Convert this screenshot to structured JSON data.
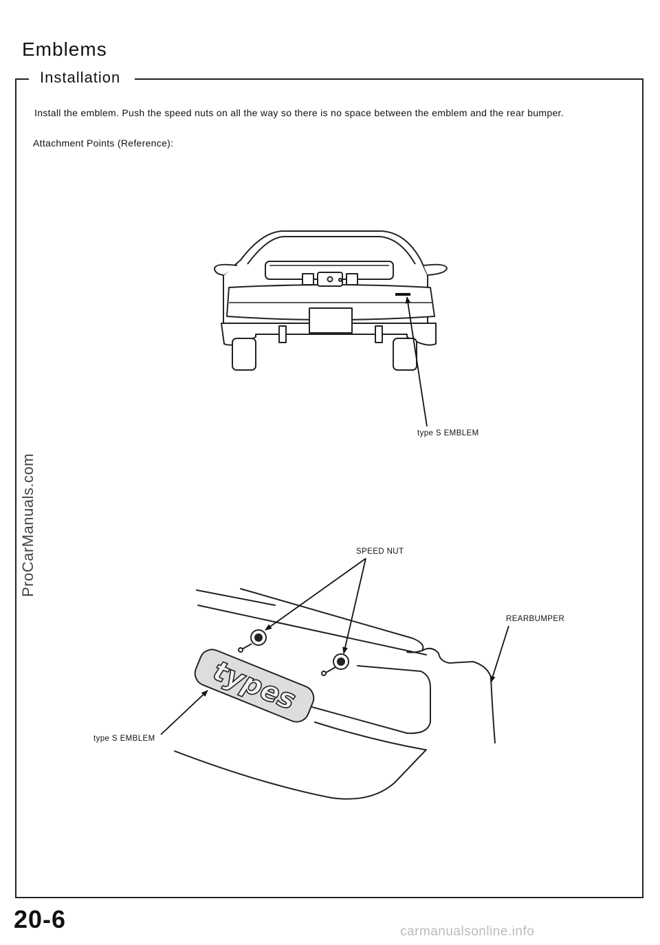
{
  "page": {
    "title": "Emblems",
    "section": "Installation",
    "instruction": "Install the emblem. Push the speed nuts on all the way so there is no space between the emblem and the rear bumper.",
    "attachment_heading": "Attachment Points (Reference):",
    "page_number": "20-6"
  },
  "figure_car": {
    "callout_emblem": "type S EMBLEM"
  },
  "figure_detail": {
    "callout_speed_nut": "SPEED NUT",
    "callout_rear_bumper": "REARBUMPER",
    "callout_emblem": "type S EMBLEM",
    "emblem_art": "types"
  },
  "watermarks": {
    "side": "ProCarManuals.com",
    "footer": "carmanualsonline.info"
  }
}
